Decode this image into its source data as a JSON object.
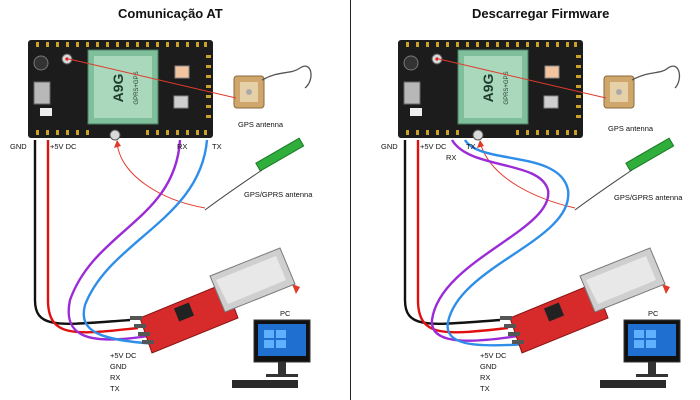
{
  "panels": [
    {
      "title": "Comunicação AT",
      "board": {
        "chip_label": "A9G",
        "module_text": "GPRS+GPS"
      },
      "pin_labels": {
        "gnd": "GND",
        "vcc": "+5V DC",
        "rx": "RX",
        "tx": "TX"
      },
      "gps_antenna": "GPS antenna",
      "gprs_antenna": "GPS/GPRS antenna",
      "pc": "PC",
      "usb_pins": [
        "+5V DC",
        "GND",
        "RX",
        "TX"
      ]
    },
    {
      "title": "Descarregar Firmware",
      "board": {
        "chip_label": "A9G",
        "module_text": "GPRS+GPS"
      },
      "pin_labels": {
        "gnd": "GND",
        "vcc": "+5V DC",
        "rx": "RX",
        "tx": "TX"
      },
      "gps_antenna": "GPS antenna",
      "gprs_antenna": "GPS/GPRS antenna",
      "pc": "PC",
      "usb_pins": [
        "+5V DC",
        "GND",
        "RX",
        "TX"
      ]
    }
  ],
  "colors": {
    "gnd_wire": "#111111",
    "vcc_wire": "#e01010",
    "rx_wire": "#9b2bd6",
    "tx_wire": "#2f8ee8",
    "pointer": "#e03a2a",
    "usb_board": "#d72a2a",
    "antenna_pcb": "#2fae3c"
  }
}
